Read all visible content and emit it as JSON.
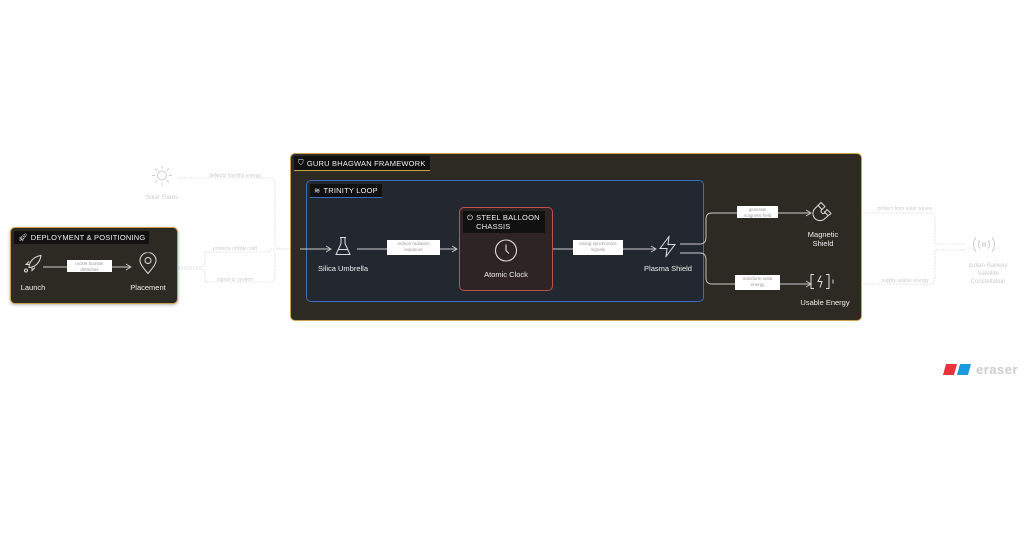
{
  "external": {
    "solar_flares": {
      "label": "Solar Flares",
      "edge_label": "deflects harmful energy"
    },
    "placement_edges": [
      "protects orbital craft",
      "signal to system"
    ],
    "magnetic_edge": "protect from solar waves",
    "energy_edge": "supply usable energy",
    "output": {
      "label": "Indian Railway Satellite Constellation"
    }
  },
  "deployment": {
    "title": "DEPLOYMENT & POSITIONING",
    "launch": "Launch",
    "placement": "Placement",
    "edge_label": "rocket booster detaches"
  },
  "framework": {
    "title": "GURU BHAGWAN FRAMEWORK",
    "trinity": {
      "title": "TRINITY LOOP",
      "silica": "Silica Umbrella",
      "edge1": "reduce radiation exposure",
      "chassis": {
        "title": "STEEL BALLOON CHASSIS",
        "clock": "Atomic Clock"
      },
      "edge2": "timing synchronize signals"
    },
    "plasma": "Plasma Shield",
    "edge_magnetic": "generate magnetic field",
    "magnetic": "Magnetic Shield",
    "edge_energy": "transform solar energy",
    "energy": "Usable Energy"
  },
  "branding": {
    "logo": "eraser"
  },
  "colors": {
    "framework_border": "#c9a24a",
    "trinity_border": "#3a6cc0",
    "chassis_border": "#c0504a",
    "dark_bg": "#2d2a24"
  }
}
